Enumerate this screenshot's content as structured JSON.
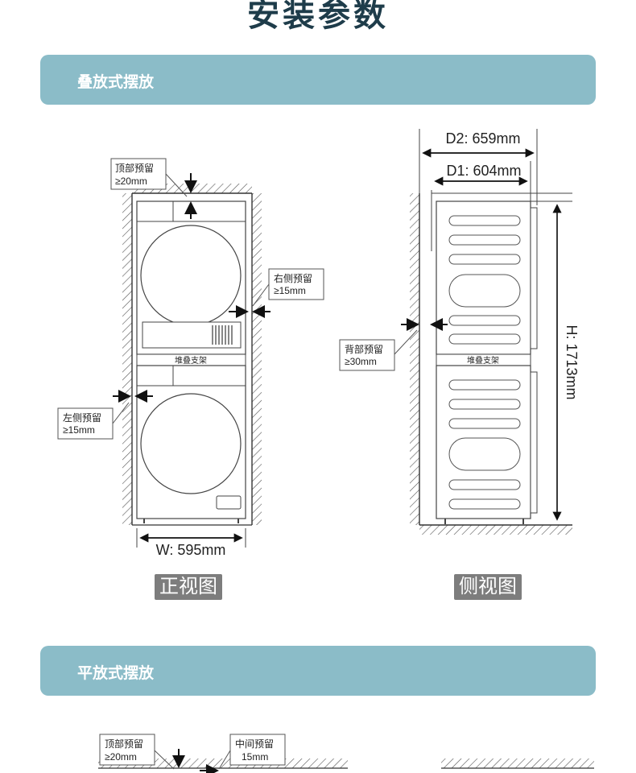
{
  "page": {
    "title": "安装参数"
  },
  "sections": [
    {
      "label": "叠放式摆放"
    },
    {
      "label": "平放式摆放"
    }
  ],
  "front_view": {
    "label": "正视图",
    "callouts": {
      "top_name": "顶部预留",
      "top_value": "≥20mm",
      "right_name": "右侧预留",
      "right_value": "≥15mm",
      "left_name": "左侧预留",
      "left_value": "≥15mm"
    },
    "stack_rack_label": "堆叠支架",
    "width_label": "W: 595mm"
  },
  "side_view": {
    "label": "侧视图",
    "d2_label": "D2: 659mm",
    "d1_label": "D1: 604mm",
    "height_label": "H: 1713mm",
    "back_name": "背部预留",
    "back_value": "≥30mm",
    "stack_rack_label": "堆叠支架"
  },
  "flat_view": {
    "top_name": "顶部预留",
    "top_value": "≥20mm",
    "middle_name": "中间预留",
    "middle_value": "15mm"
  },
  "colors": {
    "section_bar": "#8bbcc8",
    "title": "#1e3c4a",
    "view_label_bg": "#7d7d7d"
  }
}
